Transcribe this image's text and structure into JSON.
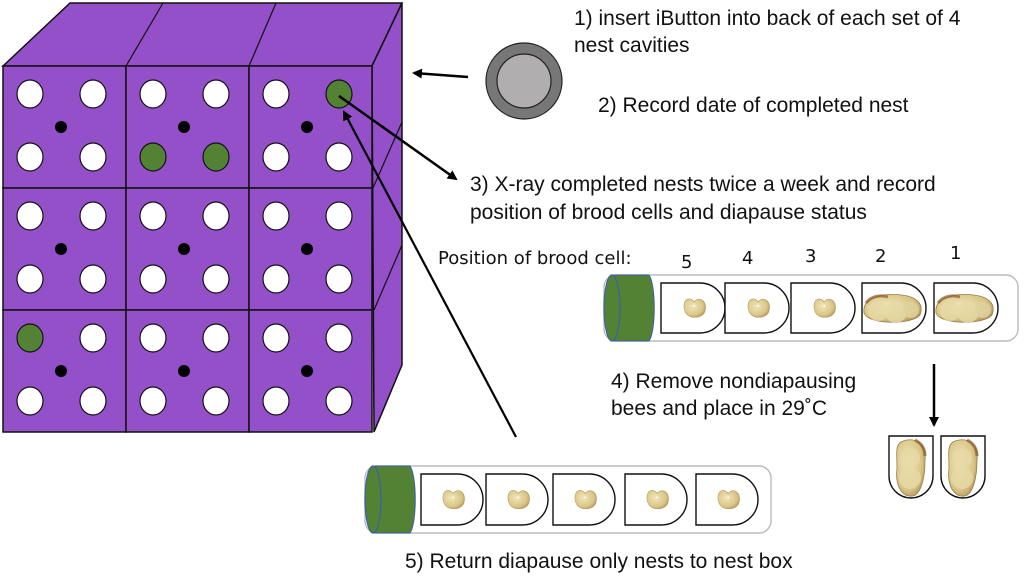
{
  "steps": {
    "step1_line1": "1) insert iButton into back of each set of 4",
    "step1_line2": "nest cavities",
    "step2": "2) Record date of completed nest",
    "step3_line1": "3) X-ray completed nests twice a week and record",
    "step3_line2": "position of brood cells and diapause status",
    "step4_line1": "4) Remove nondiapausing",
    "step4_line2": "bees and place in 29˚C",
    "step5": "5) Return diapause only nests to nest box"
  },
  "brood_position": {
    "label": "Position of brood cell:",
    "positions": [
      "5",
      "4",
      "3",
      "2",
      "1"
    ]
  },
  "nest_box": {
    "rows": 3,
    "cols": 3,
    "cavity_states": [
      [
        [
          "empty",
          "empty",
          "empty",
          "empty"
        ],
        [
          "empty",
          "empty",
          "filled",
          "filled"
        ],
        [
          "empty",
          "filled",
          "empty",
          "empty"
        ]
      ],
      [
        [
          "empty",
          "empty",
          "empty",
          "empty"
        ],
        [
          "empty",
          "empty",
          "empty",
          "empty"
        ],
        [
          "empty",
          "empty",
          "empty",
          "empty"
        ]
      ],
      [
        [
          "filled",
          "empty",
          "empty",
          "empty"
        ],
        [
          "empty",
          "empty",
          "empty",
          "empty"
        ],
        [
          "empty",
          "empty",
          "empty",
          "empty"
        ]
      ]
    ]
  },
  "xray_nest": {
    "cells": [
      "prepupa",
      "prepupa",
      "prepupa",
      "pupa",
      "pupa"
    ]
  },
  "returned_nest": {
    "cells": [
      "prepupa",
      "prepupa",
      "prepupa",
      "prepupa",
      "prepupa"
    ]
  },
  "removed_cells": [
    "pupa",
    "pupa"
  ],
  "colors": {
    "box_purple": "#9350C8",
    "filled_cavity": "#548235",
    "plug_green": "#548235",
    "ibutton_outer": "#777777",
    "ibutton_inner": "#B0AEAE",
    "larva": "#D9C98E"
  }
}
